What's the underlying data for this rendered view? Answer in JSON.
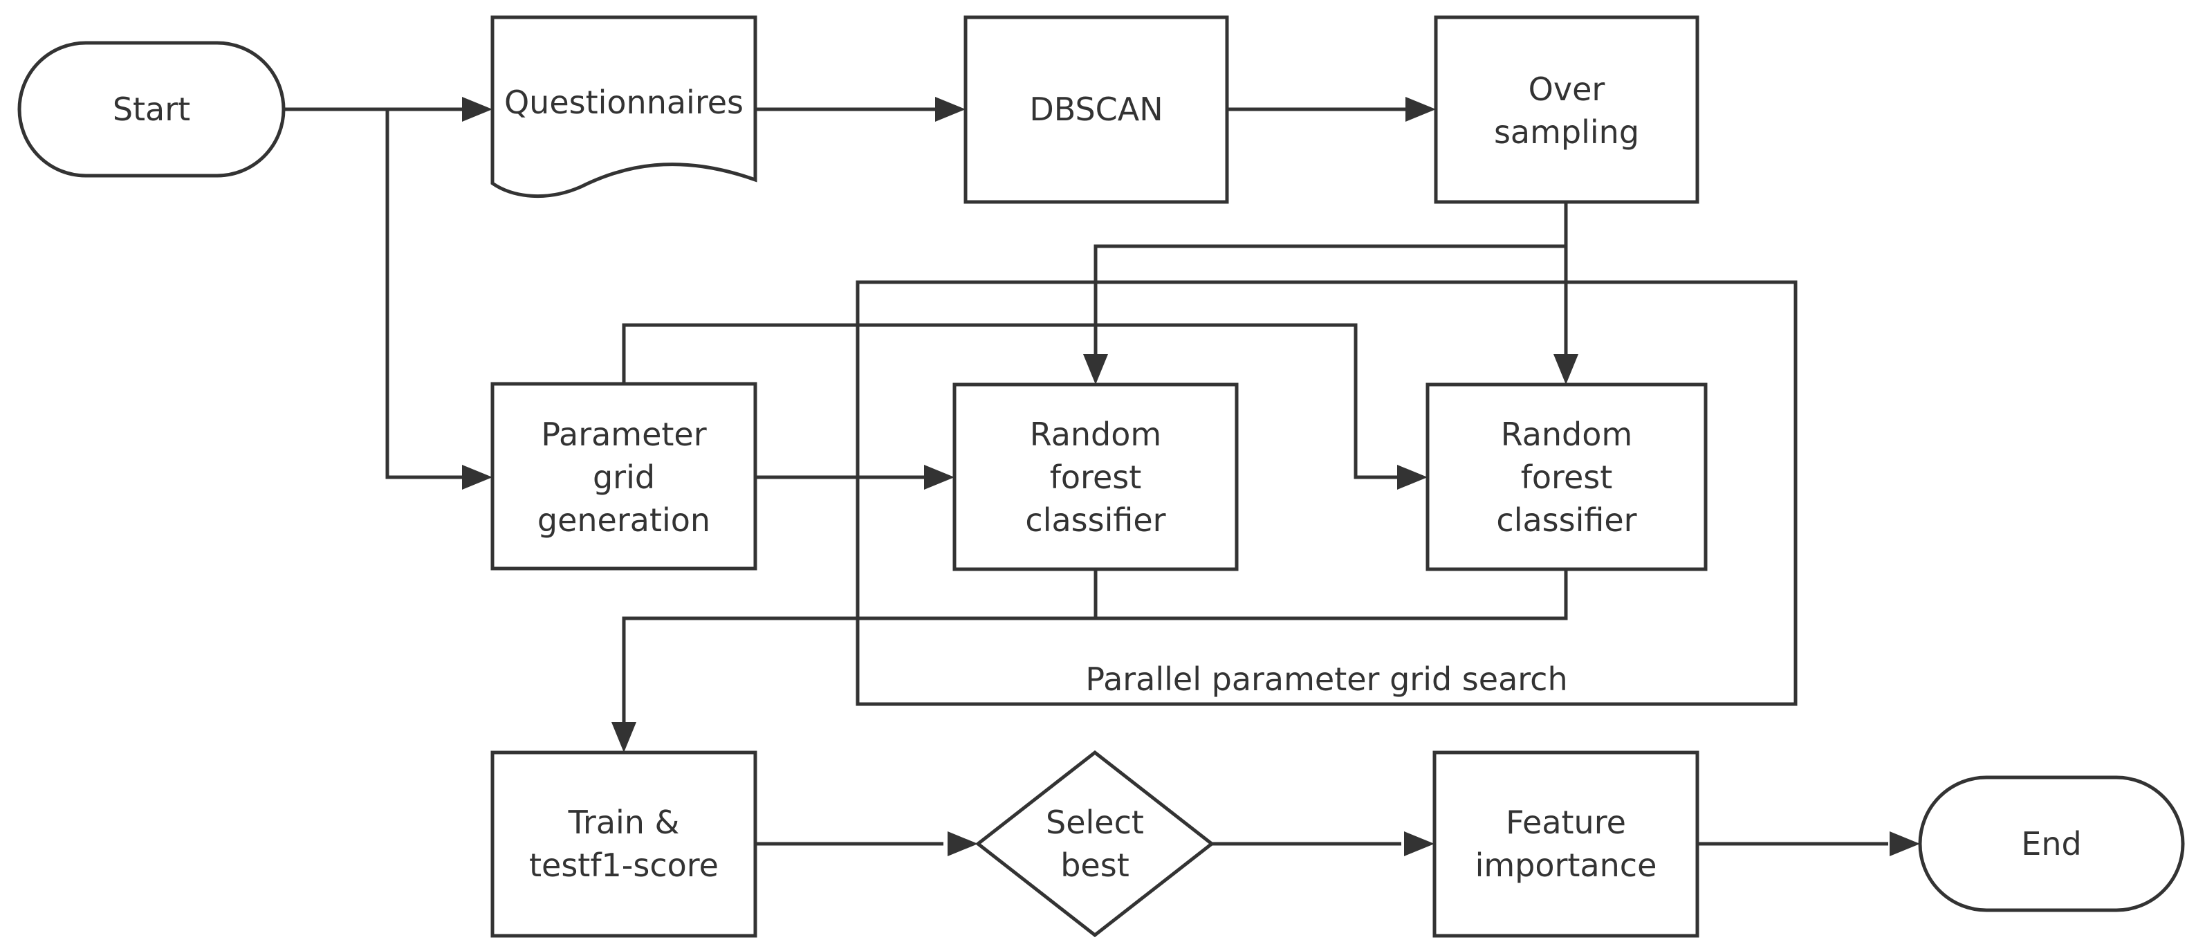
{
  "diagram": {
    "nodes": {
      "start": {
        "lines": [
          "Start"
        ]
      },
      "questionnaires": {
        "lines": [
          "Questionnaires"
        ]
      },
      "dbscan": {
        "lines": [
          "DBSCAN"
        ]
      },
      "oversampling": {
        "lines": [
          "Over",
          "sampling"
        ]
      },
      "param_grid": {
        "lines": [
          "Parameter",
          "grid",
          "generation"
        ]
      },
      "rf1": {
        "lines": [
          "Random",
          "forest",
          "classifier"
        ]
      },
      "rf2": {
        "lines": [
          "Random",
          "forest",
          "classifier"
        ]
      },
      "train": {
        "lines": [
          "Train &",
          "testf1-score"
        ]
      },
      "select_best": {
        "lines": [
          "Select",
          "best"
        ]
      },
      "feature": {
        "lines": [
          "Feature",
          "importance"
        ]
      },
      "end": {
        "lines": [
          "End"
        ]
      }
    },
    "group": {
      "label": "Parallel parameter grid search"
    }
  }
}
